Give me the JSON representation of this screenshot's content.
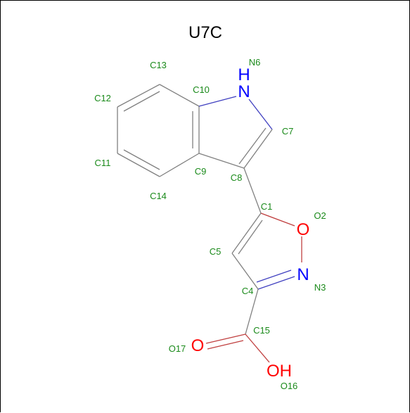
{
  "title": "U7C",
  "colors": {
    "bond": "#808080",
    "label": "#1a8a1a",
    "nitrogen": "#0000ff",
    "oxygen": "#ff0000",
    "title": "#000000"
  },
  "atoms": {
    "N1H": "H",
    "N1": "N",
    "O2": "O",
    "N3": "N",
    "O17": "O",
    "O16": "OH"
  },
  "labels": {
    "C1": "C1",
    "O2": "O2",
    "N3": "N3",
    "C4": "C4",
    "C5": "C5",
    "N6": "N6",
    "C7": "C7",
    "C8": "C8",
    "C9": "C9",
    "C10": "C10",
    "C11": "C11",
    "C12": "C12",
    "C13": "C13",
    "C14": "C14",
    "C15": "C15",
    "O16": "O16",
    "O17": "O17"
  }
}
